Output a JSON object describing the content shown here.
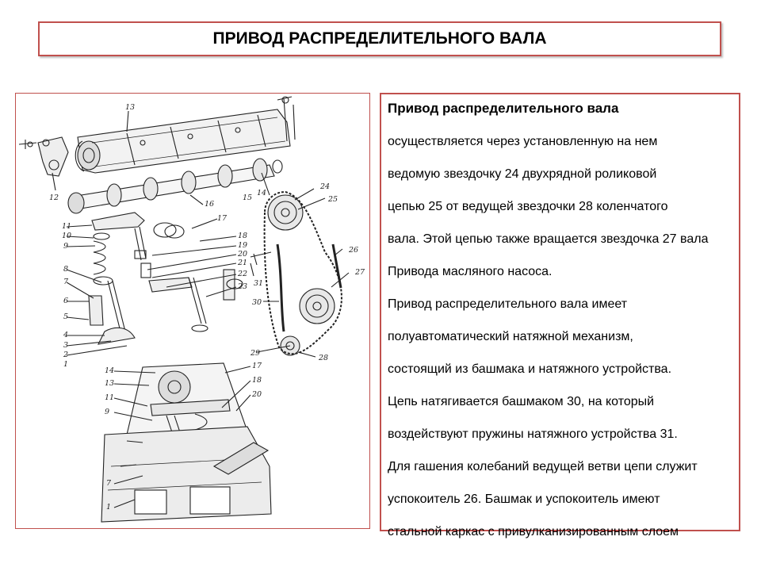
{
  "title": "ПРИВОД РАСПРЕДЕЛИТЕЛЬНОГО ВАЛА",
  "colors": {
    "border": "#c0504d",
    "text": "#000000",
    "drawing": "#222222"
  },
  "figure": {
    "labels": [
      "13",
      "12",
      "14",
      "15",
      "16",
      "17",
      "18",
      "19",
      "20",
      "21",
      "22",
      "23",
      "24",
      "25",
      "26",
      "27",
      "28",
      "29",
      "30",
      "31",
      "11",
      "10",
      "9",
      "8",
      "7",
      "6",
      "5",
      "4",
      "3",
      "2",
      "1"
    ],
    "section_labels": [
      "14",
      "13",
      "11",
      "9",
      "17",
      "18",
      "20",
      "7",
      "1"
    ]
  },
  "text": {
    "heading": "Привод распределительного вала",
    "paragraphs": [
      "осуществляется через установленную на нем",
      "ведомую звездочку 24 двухрядной роликовой",
      "цепью 25 от ведущей звездочки 28 коленчатого",
      "вала. Этой цепью также вращается звездочка 27 вала",
      "Привода масляного насоса.",
      "Привод распределительного вала имеет",
      "полуавтоматический натяжной механизм,",
      "состоящий из башмака и натяжного устройства.",
      "Цепь натягивается башмаком 30, на который",
      "воздействуют пружины натяжного устройства 31.",
      "Для гашения колебаний ведущей ветви цепи служит",
      "успокоитель 26. Башмак и успокоитель имеют",
      "стальной каркас с привулканизированным слоем"
    ]
  }
}
